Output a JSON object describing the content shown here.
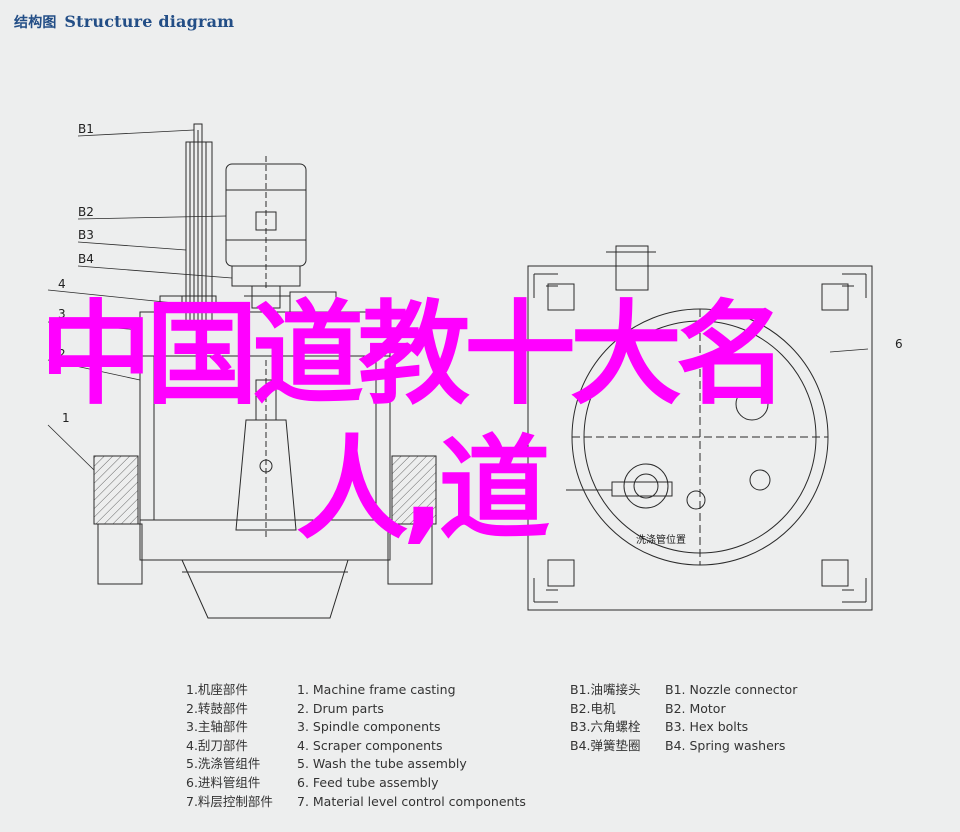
{
  "header": {
    "title_zh": "结构图",
    "title_en": "Structure diagram"
  },
  "callouts": {
    "b1": "B1",
    "b2": "B2",
    "b3": "B3",
    "b4": "B4",
    "n4": "4",
    "n3": "3",
    "n2": "2",
    "n1": "1",
    "n6": "6",
    "n5": "洗涤管位置"
  },
  "legend": {
    "left_zh": [
      "1.机座部件",
      "2.转鼓部件",
      "3.主轴部件",
      "4.刮刀部件",
      "5.洗涤管组件",
      "6.进料管组件",
      "7.料层控制部件"
    ],
    "left_en": [
      "1. Machine frame casting",
      "2. Drum parts",
      "3. Spindle components",
      "4. Scraper components",
      "5. Wash the tube assembly",
      "6. Feed tube assembly",
      "7. Material level control components"
    ],
    "right_zh": [
      "B1.油嘴接头",
      "B2.电机",
      "B3.六角螺栓",
      "B4.弹簧垫圈"
    ],
    "right_en": [
      "B1. Nozzle connector",
      "B2. Motor",
      "B3. Hex bolts",
      "B4. Spring washers"
    ]
  },
  "overlay": {
    "line1": "中国道教十大名",
    "line2": "人,道",
    "color": "#ff00ff"
  },
  "colors": {
    "background": "#edeeee",
    "title": "#234e86",
    "line": "#2a2a2a"
  }
}
